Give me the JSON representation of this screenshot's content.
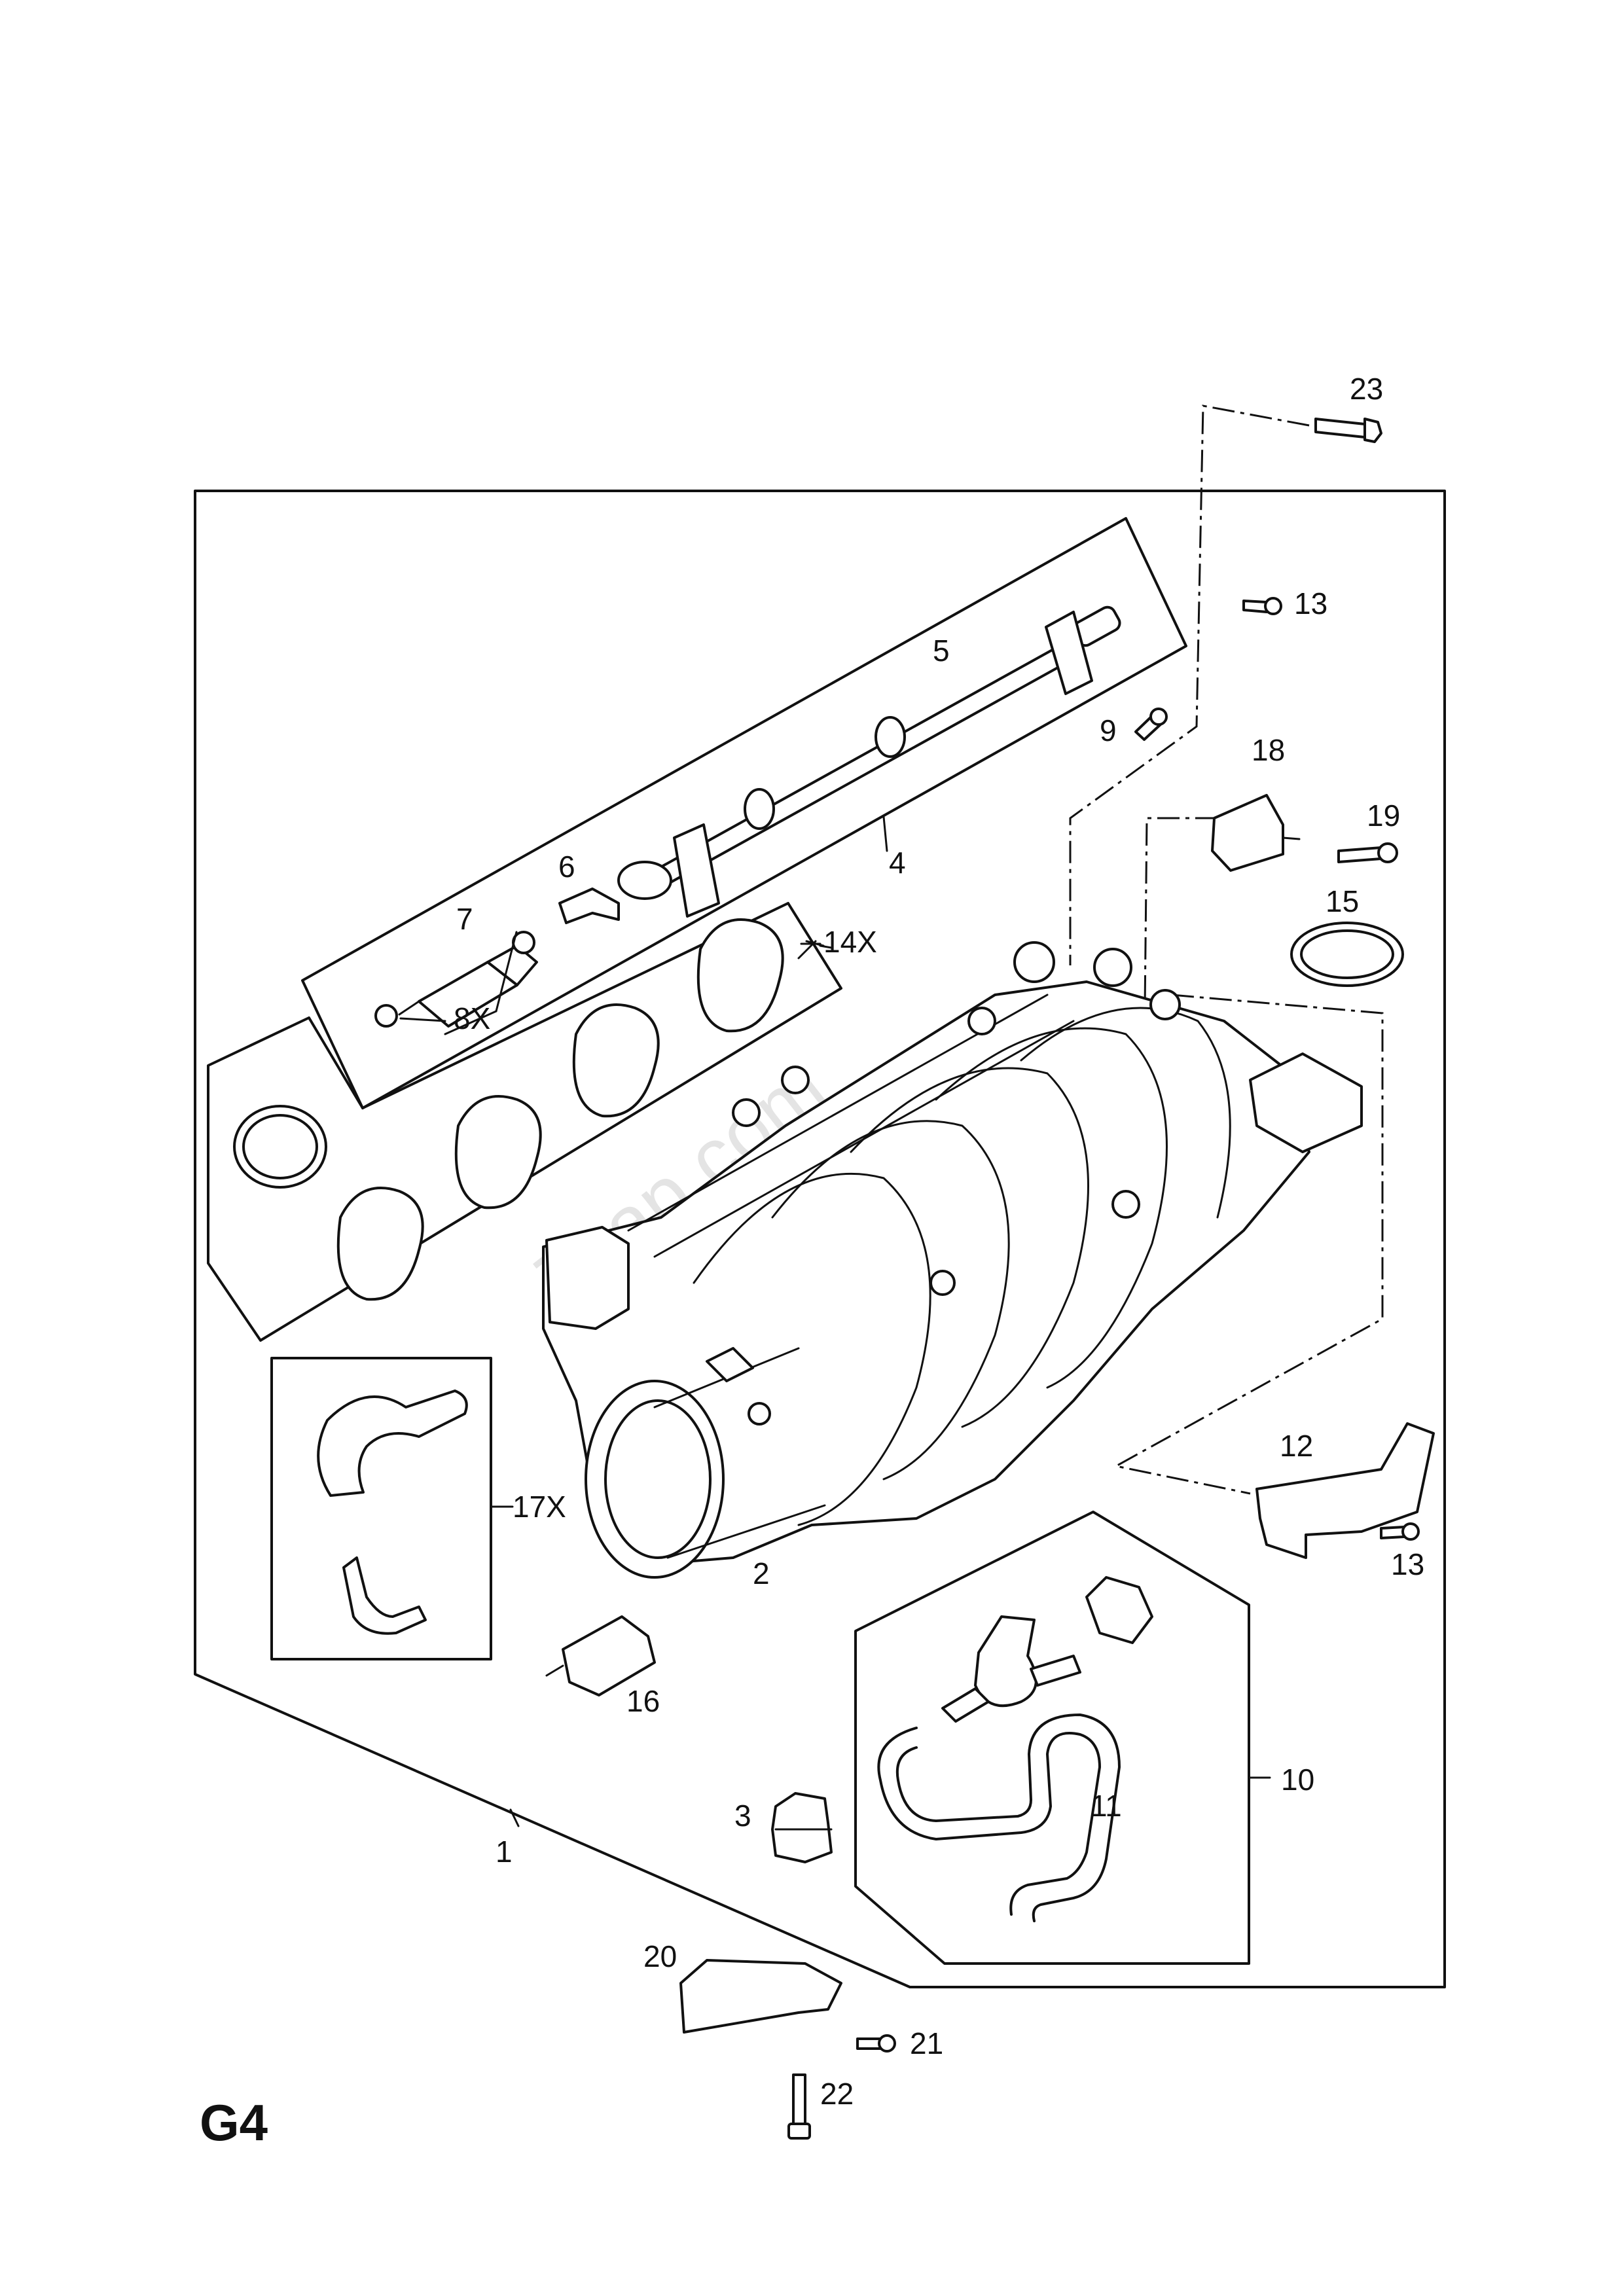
{
  "page_id": "G4",
  "watermark": "7zap.com",
  "callouts": {
    "c1": "1",
    "c2": "2",
    "c3": "3",
    "c4": "4",
    "c5": "5",
    "c6": "6",
    "c7": "7",
    "c8x": "8X",
    "c9": "9",
    "c10": "10",
    "c11": "11",
    "c12": "12",
    "c13a": "13",
    "c13b": "13",
    "c14x": "14X",
    "c15": "15",
    "c16": "16",
    "c17x": "17X",
    "c18": "18",
    "c19": "19",
    "c20": "20",
    "c21": "21",
    "c22": "22",
    "c23": "23"
  }
}
